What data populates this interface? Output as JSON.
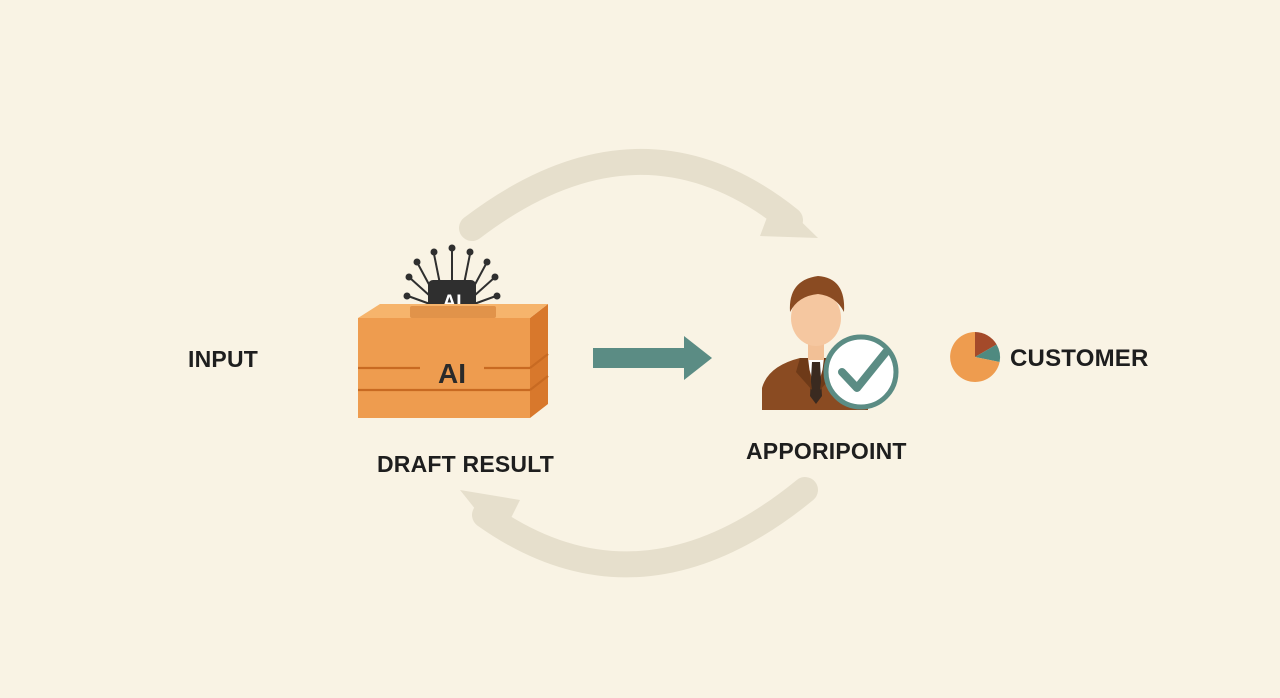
{
  "labels": {
    "input": "INPUT",
    "draft_result": "DRAFT RESULT",
    "approver": "APPORIPOINT",
    "customer": "CUSTOMER",
    "chip": "AI",
    "ai_box": "AI"
  },
  "icons": {
    "ai_box": "ai-box-icon",
    "chip": "ai-chip-icon",
    "person": "person-icon",
    "check": "check-badge-icon",
    "pie": "pie-chart-icon",
    "forward_arrow": "arrow-right-icon",
    "cycle_top": "cycle-arrow-top-icon",
    "cycle_bottom": "cycle-arrow-bottom-icon"
  },
  "colors": {
    "background": "#f9f3e4",
    "box_orange": "#ee9c4f",
    "box_dark": "#d8782c",
    "teal": "#5b8c84",
    "cycle_arrow": "#e6dfcc",
    "person_suit": "#8a4b22",
    "chip": "#2f2f2f",
    "text": "#1e1e1e"
  }
}
